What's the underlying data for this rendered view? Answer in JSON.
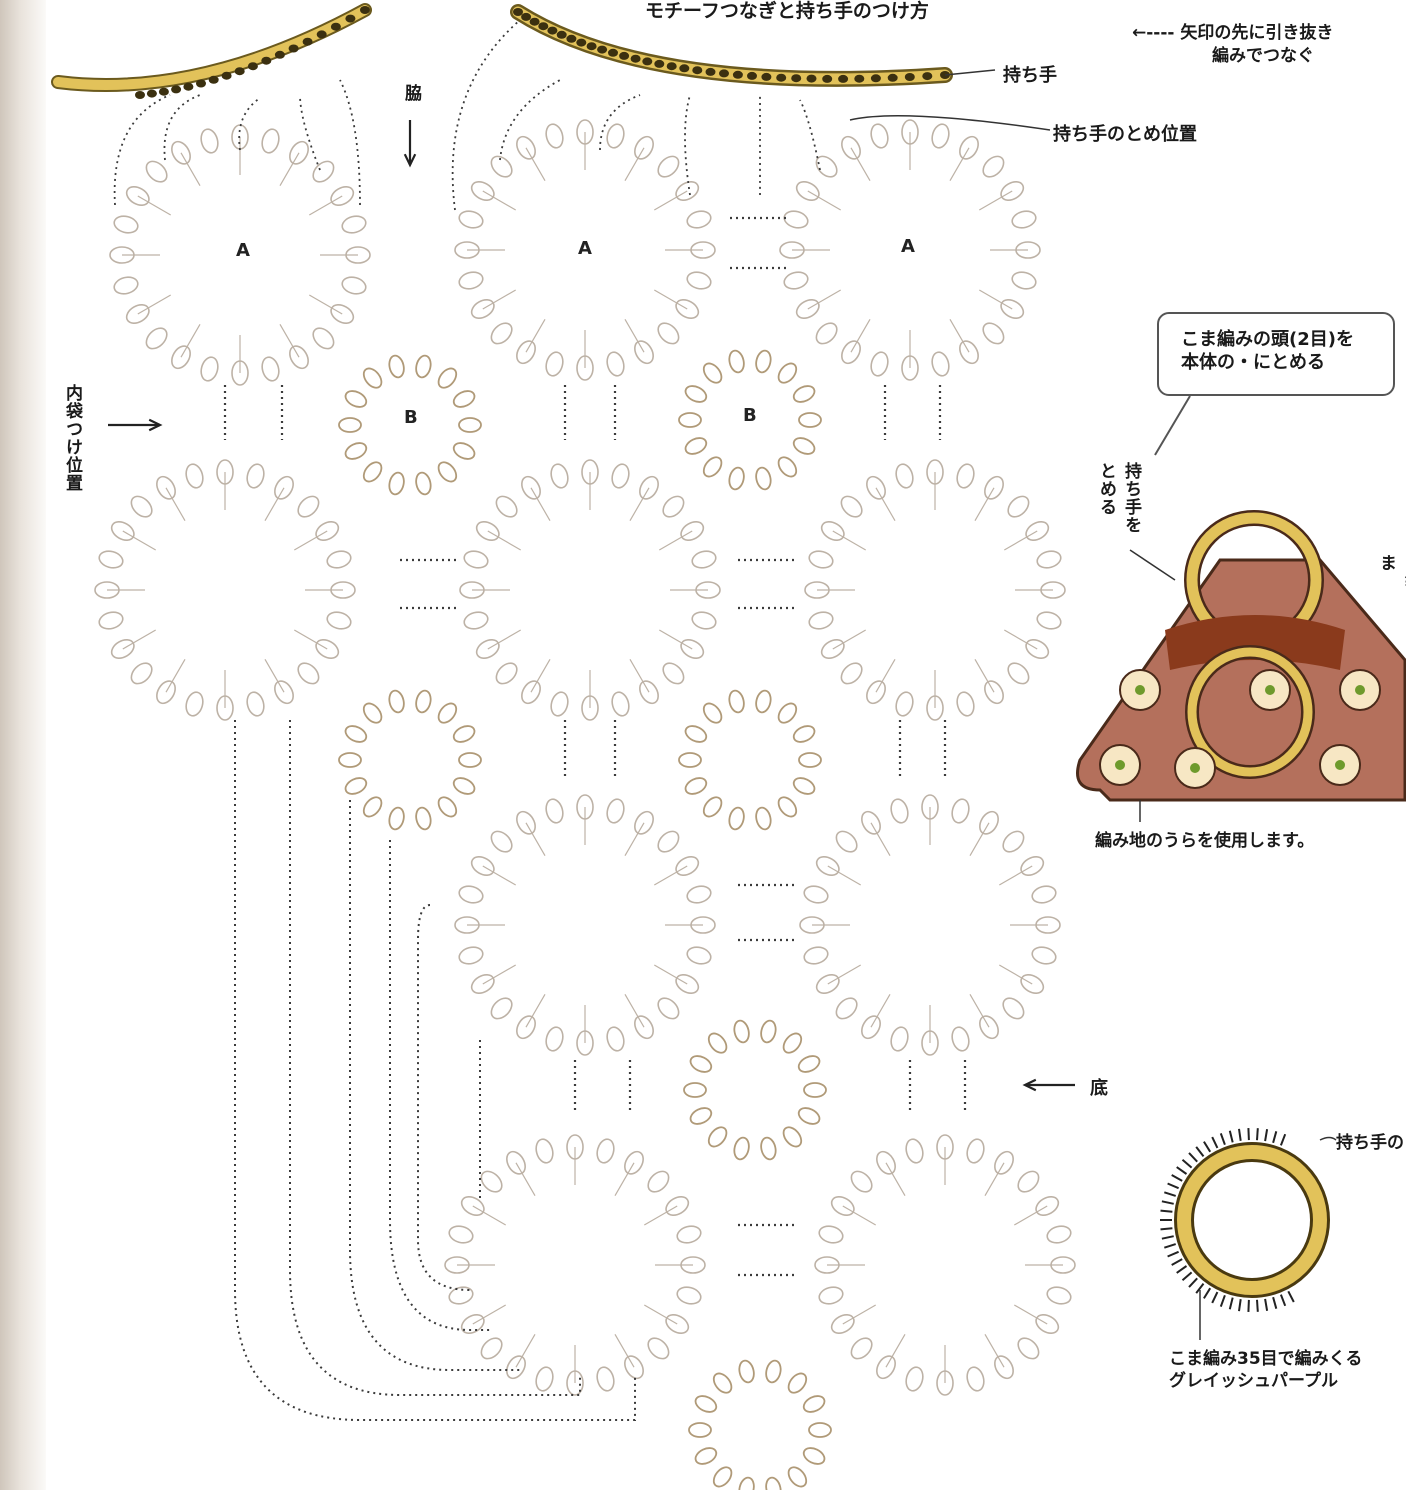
{
  "labels": {
    "header_title": "モチーフつなぎと持ち手のつけ方",
    "legend_line1": "←---- 矢印の先に引き抜き",
    "legend_line2": "編みでつなぐ",
    "handle": "持ち手",
    "handle_stop": "持ち手のとめ位置",
    "side": "脇",
    "inner_bag": "内袋つけ位置",
    "bottom": "底",
    "callout_line1": "こま編みの頭(2目)を",
    "callout_line2": "本体の・にとめる",
    "handle_attach": "持ち手をとめる",
    "right_partial": "内袋 ま",
    "fabric_back": "編み地のうらを使用します。",
    "ring_handle": "持ち手の",
    "ring_note_line1": "こま編み35目で編みくる",
    "ring_note_line2": "グレイッシュパープル",
    "motif_a": "A",
    "motif_b": "B"
  },
  "colors": {
    "handle_gold": "#e2c25a",
    "handle_outline": "#6b5a1e",
    "chain_gray": "#bdb2a6",
    "chain_tan": "#b09a78",
    "dotted_line": "#3b3b3b",
    "bag_brown": "#b4705c",
    "bag_dark": "#8a3a1c",
    "bag_cream": "#f7e7c4",
    "motif_green": "#6e9a2c"
  }
}
